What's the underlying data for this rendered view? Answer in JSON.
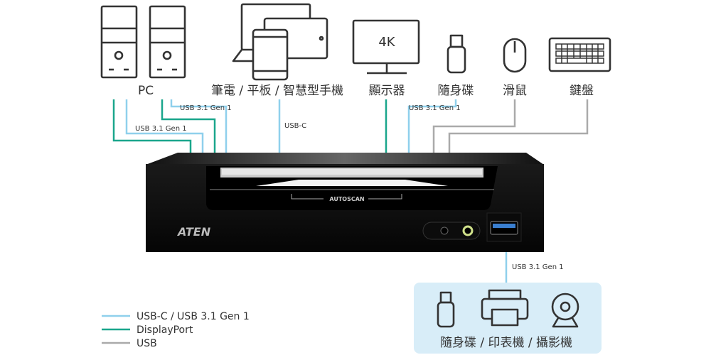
{
  "colors": {
    "usb_c": "#8fd0ec",
    "displayport": "#1aa68c",
    "usb": "#aaaaaa",
    "panel": "#d8edf8"
  },
  "devices_top": [
    {
      "label": "PC"
    },
    {
      "label": "筆電 / 平板 / 智慧型手機"
    },
    {
      "label": "顯示器",
      "screen_text": "4K"
    },
    {
      "label": "隨身碟"
    },
    {
      "label": "滑鼠"
    },
    {
      "label": "鍵盤"
    }
  ],
  "connection_labels": {
    "pc_usb1": "USB 3.1 Gen 1",
    "pc_usb2": "USB 3.1 Gen 1",
    "mobile": "USB-C",
    "stick": "USB 3.1 Gen 1",
    "front_usb": "USB 3.1 Gen 1"
  },
  "kvm": {
    "brand": "ATEN",
    "button": "AUTOSCAN"
  },
  "bottom_panel": {
    "label": "隨身碟 / 印表機 / 攝影機"
  },
  "legend": [
    {
      "label": "USB-C / USB 3.1 Gen 1"
    },
    {
      "label": "DisplayPort"
    },
    {
      "label": "USB"
    }
  ]
}
